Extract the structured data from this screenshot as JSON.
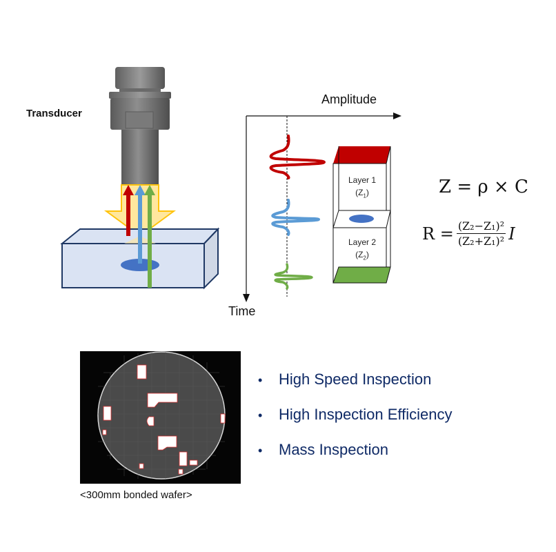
{
  "labels": {
    "transducer": "Transducer",
    "amplitude_axis": "Amplitude",
    "time_axis": "Time",
    "layer1_name": "Layer 1",
    "layer1_impedance": "(Z",
    "layer1_sub": "1",
    "layer2_name": "Layer 2",
    "layer2_impedance": "(Z",
    "layer2_sub": "2",
    "close_paren": ")"
  },
  "equations": {
    "impedance": "Z = ρ × C",
    "reflection_lhs": "R =",
    "reflection_numerator": "(Z₂−Z₁)²",
    "reflection_denominator": "(Z₂+Z₁)²",
    "reflection_rhs": "I"
  },
  "wafer": {
    "caption": "<300mm bonded wafer>"
  },
  "bullets": {
    "marker": "•",
    "items": [
      "High Speed Inspection",
      "High Inspection Efficiency",
      "Mass Inspection"
    ]
  },
  "colors": {
    "red_echo": "#c00000",
    "blue_echo": "#5b9bd5",
    "green_echo": "#70ad47",
    "beam_fill": "#ffe699",
    "beam_stroke": "#ffc000",
    "block_fill": "#dae3f3",
    "block_stroke": "#1f3864",
    "defect": "#4472c4",
    "bullet_text": "#0f2a66"
  }
}
